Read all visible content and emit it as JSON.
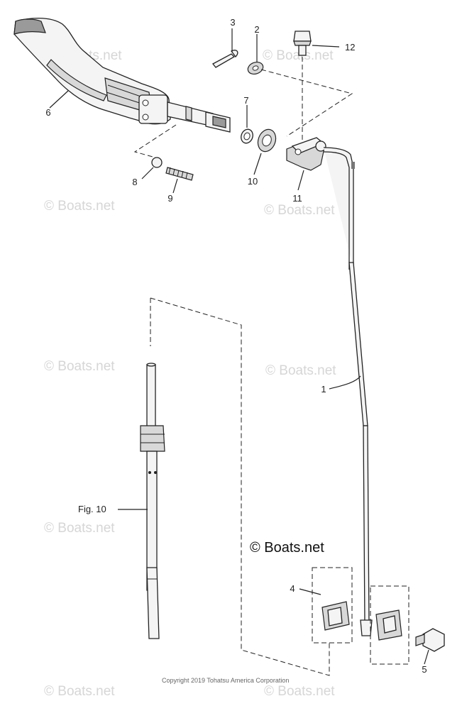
{
  "callouts": [
    {
      "id": "1",
      "text": "1"
    },
    {
      "id": "2",
      "text": "2"
    },
    {
      "id": "3",
      "text": "3"
    },
    {
      "id": "4",
      "text": "4"
    },
    {
      "id": "5",
      "text": "5"
    },
    {
      "id": "6",
      "text": "6"
    },
    {
      "id": "7",
      "text": "7"
    },
    {
      "id": "8",
      "text": "8"
    },
    {
      "id": "9",
      "text": "9"
    },
    {
      "id": "10",
      "text": "10"
    },
    {
      "id": "11",
      "text": "11"
    },
    {
      "id": "12",
      "text": "12"
    }
  ],
  "figure_ref": "Fig. 10",
  "brand_mark": "© Boats.net",
  "watermark": "© Boats.net",
  "copyright": "Copyright 2019 Tohatsu America Corporation"
}
